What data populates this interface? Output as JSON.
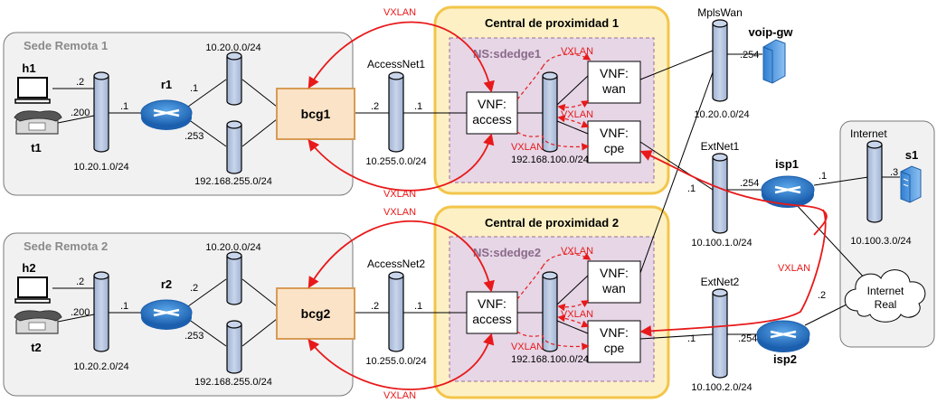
{
  "colors": {
    "tube_fill": "#b4c3dd",
    "tube_stroke": "#000000",
    "router_fill": "#1b6ec2",
    "central_fill": "#fdf0c4",
    "central_stroke": "#f3c54a",
    "ns_fill": "#e6d6e6",
    "ns_stroke": "#9b6a9b",
    "bcg_fill": "#fbe3c7",
    "bcg_stroke": "#d79b55",
    "vxlan": "#e8191a",
    "sede_fill": "#f1f1f1",
    "internet_fill": "#f1f1f1"
  },
  "sedes": [
    {
      "title": "Sede Remota 1",
      "host": "h1",
      "host_ip": ".2",
      "phone": "t1",
      "phone_ip": ".200",
      "net": "10.20.1.0/24",
      "router": "r1",
      "router_ip": ".1",
      "up_ip": ".1",
      "down_ip": ".253",
      "net_up": "10.20.0.0/24",
      "net_down": "192.168.255.0/24",
      "bcg": "bcg1"
    },
    {
      "title": "Sede Remota 2",
      "host": "h2",
      "host_ip": ".2",
      "phone": "t2",
      "phone_ip": ".200",
      "net": "10.20.2.0/24",
      "router": "r2",
      "router_ip": ".1",
      "up_ip": ".2",
      "down_ip": ".253",
      "net_up": "10.20.0.0/24",
      "net_down": "192.168.255.0/24",
      "bcg": "bcg2"
    }
  ],
  "access": [
    {
      "name": "AccessNet1",
      "left_ip": ".2",
      "right_ip": ".1",
      "net": "10.255.0.0/24"
    },
    {
      "name": "AccessNet2",
      "left_ip": ".2",
      "right_ip": ".1",
      "net": "10.255.0.0/24"
    }
  ],
  "centrals": [
    {
      "title": "Central de proximidad 1",
      "ns": "NS:sdedge1",
      "vnf_access": "VNF:\naccess",
      "vnf_wan": "VNF:\nwan",
      "vnf_cpe": "VNF:\ncpe",
      "net": "192.168.100.0/24"
    },
    {
      "title": "Central de proximidad 2",
      "ns": "NS:sdedge2",
      "vnf_access": "VNF:\naccess",
      "vnf_wan": "VNF:\nwan",
      "vnf_cpe": "VNF:\ncpe",
      "net": "192.168.100.0/24"
    }
  ],
  "vxlan_label": "VXLAN",
  "mplswan": {
    "name": "MplsWan",
    "net": "10.20.0.0/24",
    "voip_ip": ".254",
    "voip": "voip-gw"
  },
  "extnets": [
    {
      "name": "ExtNet1",
      "net": "10.100.1.0/24",
      "cpe_ip": ".1",
      "isp_ip": ".254",
      "isp": "isp1",
      "isp_up_ip": ".1"
    },
    {
      "name": "ExtNet2",
      "net": "10.100.2.0/24",
      "cpe_ip": ".1",
      "isp_ip": ".254",
      "isp": "isp2",
      "isp_up_ip": ".2"
    }
  ],
  "internet": {
    "title": "Internet",
    "net": "10.100.3.0/24",
    "server": "s1",
    "server_ip": ".3",
    "cloud": "Internet\nReal"
  }
}
